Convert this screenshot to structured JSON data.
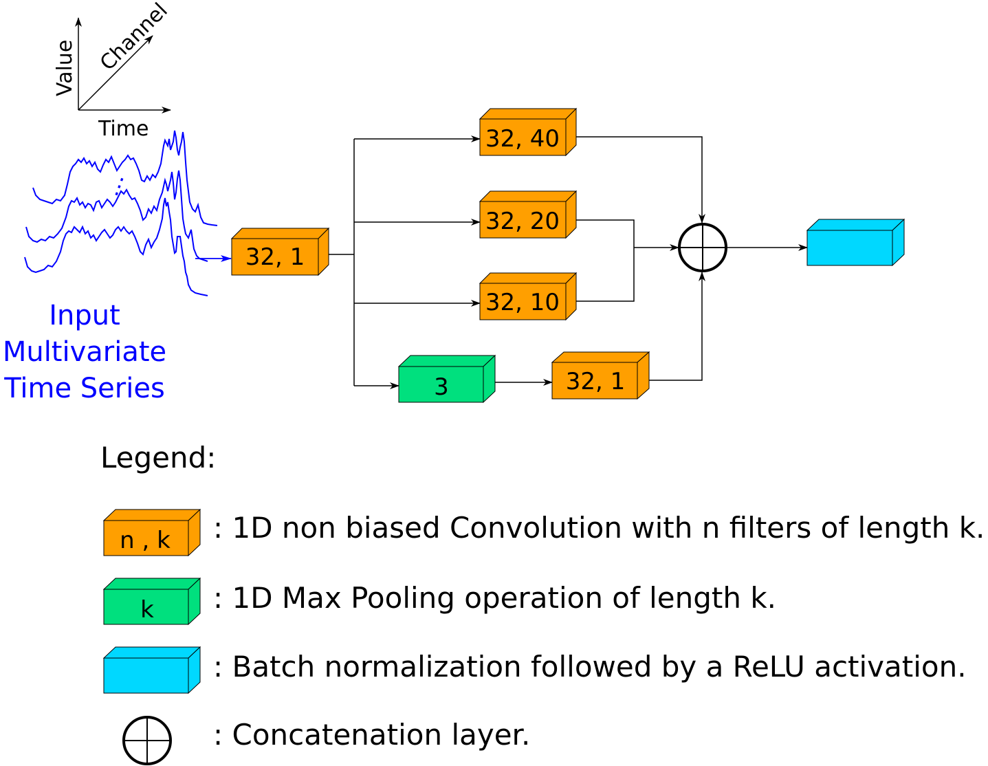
{
  "axes": {
    "value": "Value",
    "channel": "Channel",
    "time": "Time"
  },
  "input_label": [
    "Input",
    "Multivariate",
    "Time Series"
  ],
  "input_dots": "⋮",
  "blocks": {
    "bottleneck": "32, 1",
    "conv40": "32, 40",
    "conv20": "32, 20",
    "conv10": "32, 10",
    "maxpool": "3",
    "conv_after_pool": "32, 1"
  },
  "legend": {
    "title": "Legend:",
    "conv_box": "n , k",
    "conv_text": ": 1D non biased Convolution with n filters of length k.",
    "pool_box": "k",
    "pool_text": ": 1D Max Pooling operation of length k.",
    "bn_text": ": Batch normalization followed by a ReLU activation.",
    "concat_text": ": Concatenation layer."
  },
  "colors": {
    "conv": "#ff9f00",
    "pool": "#00e07e",
    "bn": "#00d8ff",
    "input": "#0000ff",
    "line": "#000000"
  }
}
